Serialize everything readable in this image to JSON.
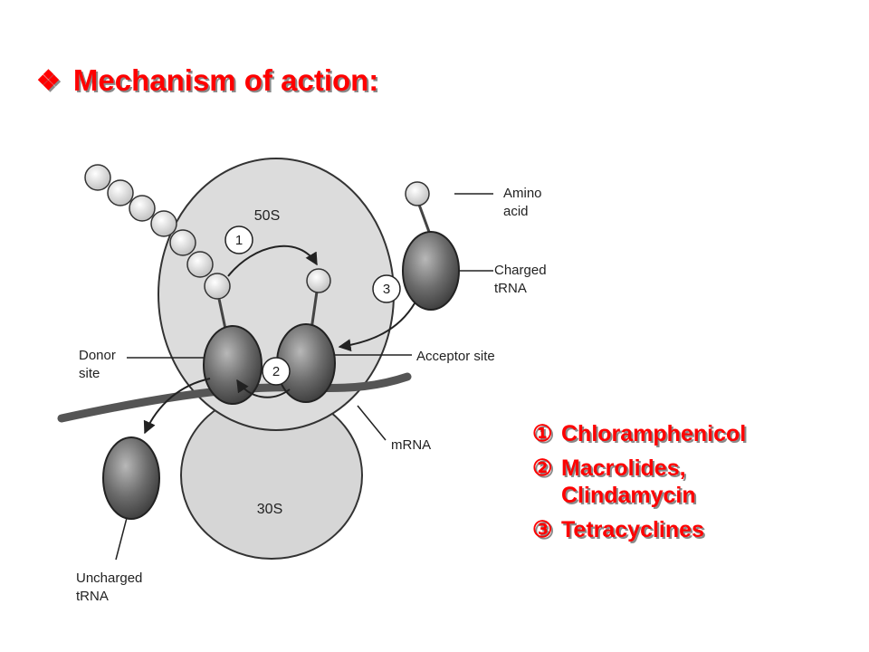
{
  "title": {
    "bullet": "❖",
    "text": "Mechanism of action:"
  },
  "diagram": {
    "ribosome_large": "50S",
    "ribosome_small": "30S",
    "step_numbers": [
      "1",
      "2",
      "3"
    ],
    "labels": {
      "amino_line1": "Amino",
      "amino_line2": "acid",
      "charged_line1": "Charged",
      "charged_line2": "tRNA",
      "donor_line1": "Donor",
      "donor_line2": "site",
      "acceptor": "Acceptor site",
      "mrna": "mRNA",
      "uncharged_line1": "Uncharged",
      "uncharged_line2": "tRNA"
    }
  },
  "drugs": [
    {
      "symbol": "①",
      "lines": [
        "Chloramphenicol"
      ]
    },
    {
      "symbol": "②",
      "lines": [
        "Macrolides,",
        "Clindamycin"
      ]
    },
    {
      "symbol": "③",
      "lines": [
        "Tetracyclines"
      ]
    }
  ],
  "colors": {
    "accent": "#ff0000",
    "ribosome_fill": "#dcdcdc",
    "trna_fill": "#5e5e5e",
    "line": "#222222"
  }
}
